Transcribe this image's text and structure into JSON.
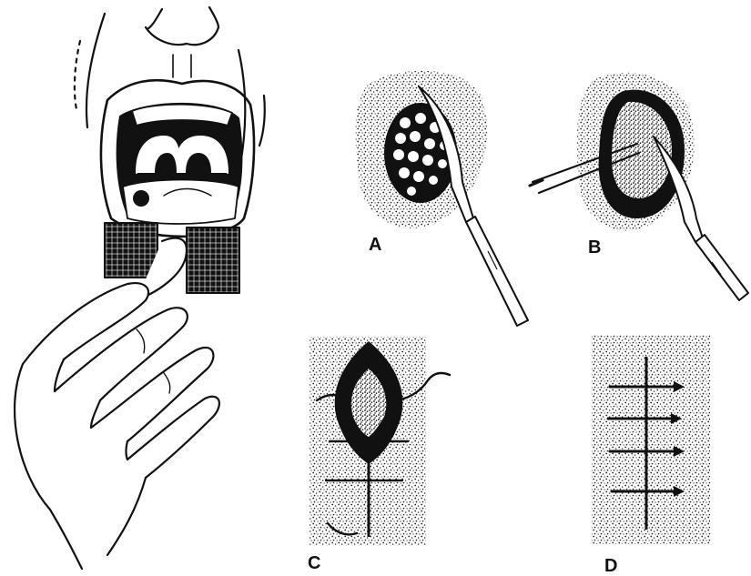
{
  "figure": {
    "panel_labels": {
      "a": "A",
      "b": "B",
      "c": "C",
      "d": "D"
    },
    "palette": {
      "ink": "#111111",
      "paper": "#ffffff",
      "stipple": "#2a2a2a"
    },
    "icons": [
      "face-with-open-mouth-drawing",
      "hand-holding-gauze-drawing",
      "lesion-with-scalpel-drawing",
      "forceps-and-scalpel-drawing",
      "excision-with-sutures-drawing",
      "closed-incision-sutures-drawing"
    ]
  }
}
